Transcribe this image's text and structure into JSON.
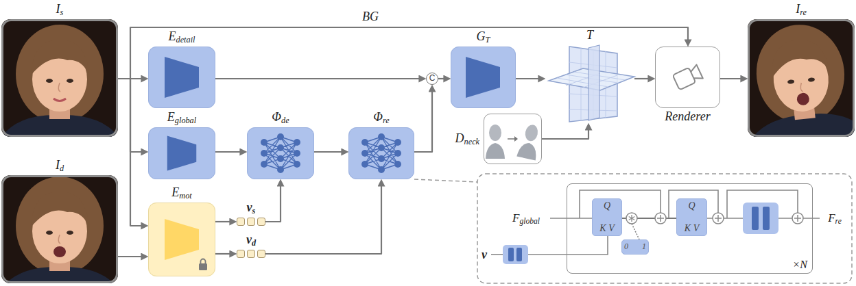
{
  "diagram": {
    "nodes": [
      {
        "text": [
          "Is"
        ]
      },
      {
        "text": [
          "Id"
        ]
      },
      {
        "text": [
          "Edetail"
        ]
      },
      {
        "text": [
          "Eglobal"
        ]
      },
      {
        "text": [
          "Emot"
        ]
      },
      {
        "text": [
          "vs"
        ]
      },
      {
        "text": [
          "vd"
        ]
      },
      {
        "text": [
          "Φde"
        ]
      },
      {
        "text": [
          "Φre"
        ]
      },
      {
        "text": [
          "C"
        ]
      },
      {
        "text": [
          "GT"
        ]
      },
      {
        "text": [
          "T"
        ]
      },
      {
        "text": [
          "Dneck"
        ]
      },
      {
        "text": [
          "Renderer"
        ]
      },
      {
        "text": [
          "Ire"
        ]
      },
      {
        "text": [
          "×N"
        ]
      },
      {
        "text": [
          "Q",
          "K V"
        ],
        "in": 15
      },
      {
        "text": [
          "0",
          "1"
        ],
        "in": 15
      },
      {
        "text": [
          "Q",
          "K V"
        ],
        "in": 15
      }
    ],
    "edges": [
      {
        "from": 0,
        "to": 2,
        "arrow": "to"
      },
      {
        "from": 0,
        "to": 3,
        "arrow": "to"
      },
      {
        "from": 0,
        "to": 4,
        "arrow": "to"
      },
      {
        "from": 1,
        "to": 4,
        "arrow": "to"
      },
      {
        "from": 0,
        "to": 13,
        "arrow": "to",
        "label": "BG"
      },
      {
        "from": 2,
        "to": 9,
        "arrow": "to"
      },
      {
        "from": 3,
        "to": 7,
        "arrow": "to"
      },
      {
        "from": 4,
        "to": 5,
        "arrow": "to"
      },
      {
        "from": 5,
        "to": 7,
        "arrow": "to"
      },
      {
        "from": 4,
        "to": 6,
        "arrow": "to"
      },
      {
        "from": 6,
        "to": 8,
        "arrow": "to"
      },
      {
        "from": 7,
        "to": 8,
        "arrow": "to"
      },
      {
        "from": 8,
        "to": 9,
        "arrow": "to"
      },
      {
        "from": 9,
        "to": 10,
        "arrow": "to"
      },
      {
        "from": 10,
        "to": 11,
        "arrow": "to"
      },
      {
        "from": 12,
        "to": 11,
        "arrow": "to"
      },
      {
        "from": 11,
        "to": 13,
        "arrow": "to"
      },
      {
        "from": 13,
        "to": 14,
        "arrow": "to"
      },
      {
        "from": 16,
        "to": 18,
        "arrow": "none"
      }
    ],
    "labels": [
      "Fglobal",
      "v",
      "Fre"
    ]
  }
}
